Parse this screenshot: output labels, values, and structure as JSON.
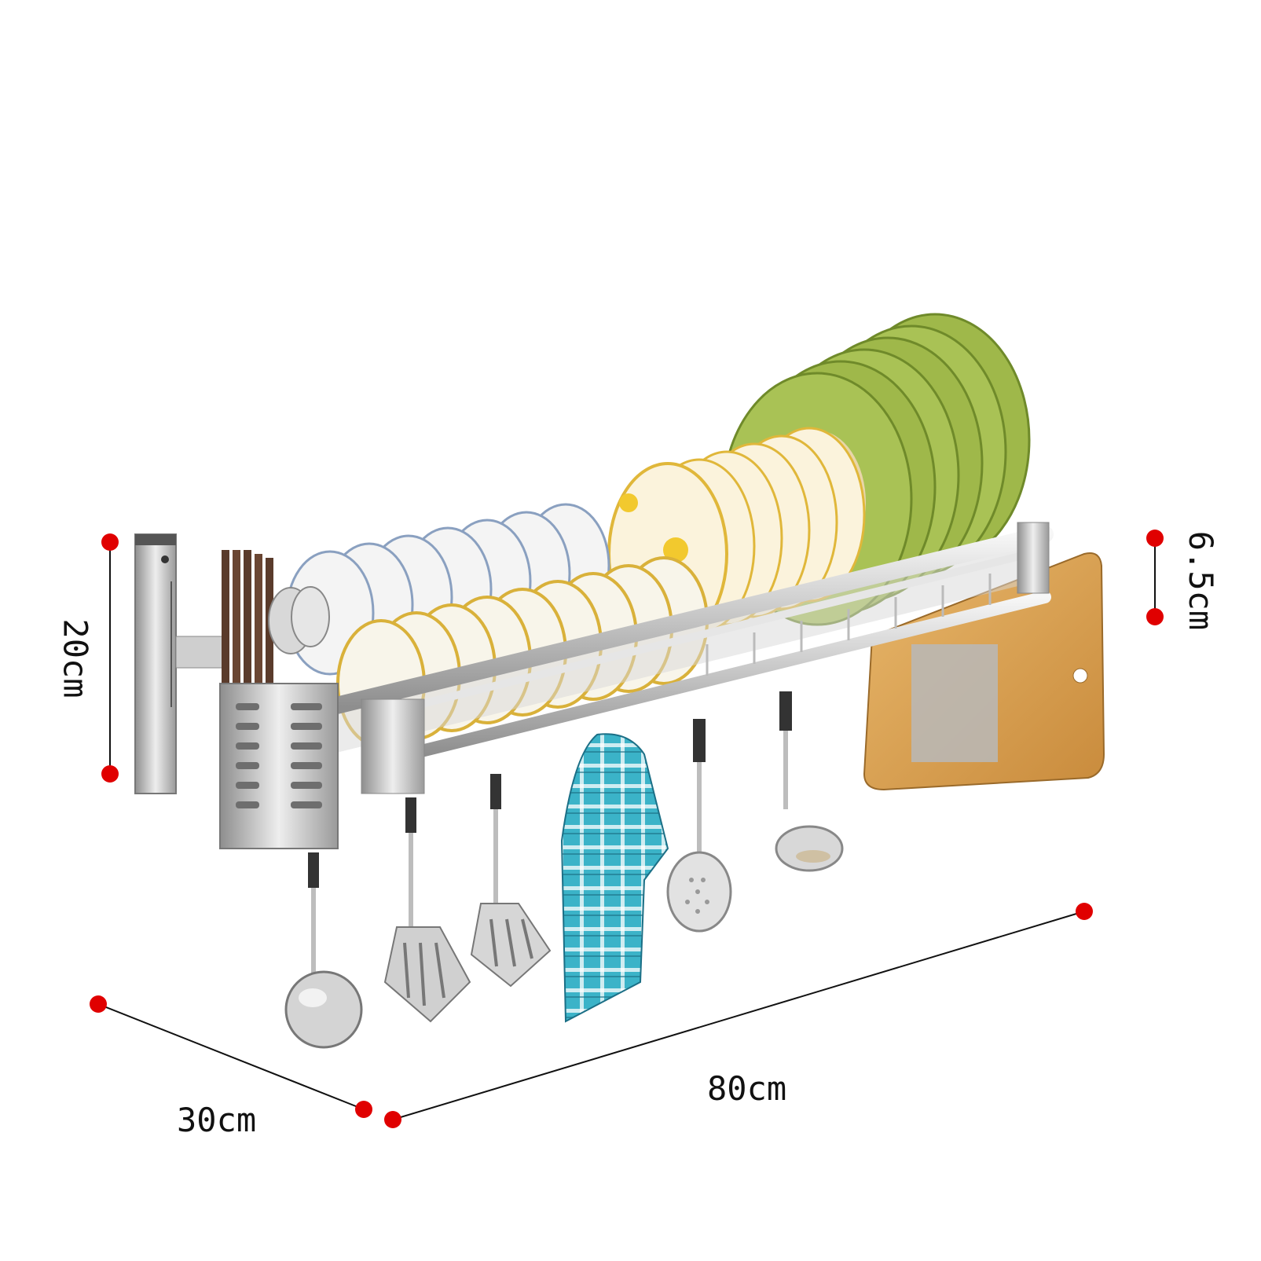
{
  "dimensions": {
    "height": "20cm",
    "rail_height": "6.5cm",
    "length": "80cm",
    "depth": "30cm"
  },
  "colors": {
    "marker": "#e00000",
    "dimension_line": "#111111",
    "steel_light": "#eeeeee",
    "steel_dark": "#9a9a9a",
    "plate_green": "#9fb84a",
    "plate_center": "#f3e3c2",
    "bowl_rim": "#d9b13a",
    "towel": "#3bb3c8",
    "cutting_board": "#d9a45a",
    "chopsticks": "#5a3b2b"
  },
  "icons": [
    "dish-rack-illustration",
    "utensil-holder",
    "chopsticks",
    "spoons",
    "bowls",
    "plates",
    "towel",
    "ladle",
    "spatula",
    "skimmer",
    "cutting-board",
    "knife-holder"
  ]
}
